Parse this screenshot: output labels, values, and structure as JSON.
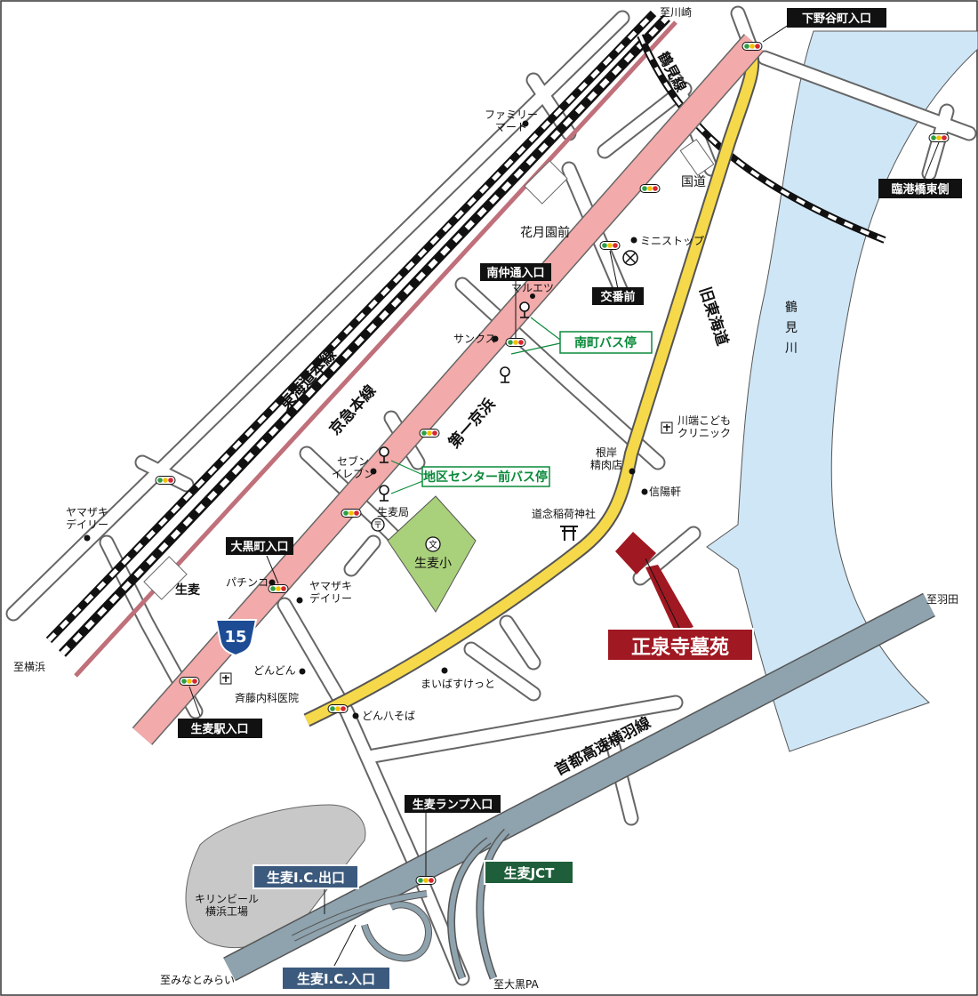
{
  "colors": {
    "national_road": "#f2aaaa",
    "old_tokaido": "#f5d94a",
    "river": "#cfe6f6",
    "school": "#a9d07a",
    "factory": "#c8c8c8",
    "expressway": "#8fa3ae",
    "cemetery": "#a01822",
    "bus_stop_label": "#0a8a3a",
    "ic_label": "#3c5a7d",
    "jct_label": "#1f5e3a"
  },
  "labels": {
    "to_kawasaki": "至川崎",
    "shimonoyacho": "下野谷町入口",
    "tsurumi_line": "鶴見線",
    "family_mart": "ファミリー\nマート",
    "kokudo": "国道",
    "rinko_bashi": "臨港橋東側",
    "kagetsuen": "花月園前",
    "ministop": "ミニストップ",
    "minaminaka": "南仲通入口",
    "maruetsu": "マルエツ",
    "koban": "交番前",
    "kyu_tokaido": "旧東海道",
    "tsurumi_river": "鶴見川",
    "minamimachi_bus": "南町バス停",
    "sunkus": "サンクス",
    "tokaido_line": "東海道本線",
    "keikyu_line": "京急本線",
    "daiichi_keihin": "第一京浜",
    "kawabata_clinic": "川端こども\nクリニック",
    "negishi": "根岸\n精肉店",
    "shinyoken": "信陽軒",
    "seven": "セブン\nイレブン",
    "chiku_center_bus": "地区センター前バス停",
    "namamugi_post": "生麦局",
    "donen_shrine": "道念稲荷神社",
    "yamazaki1": "ヤマザキ\nデイリー",
    "namamugi_school": "生麦小",
    "school_symbol": "文",
    "ohguro": "大黒町入口",
    "pachinko": "パチンコ",
    "yamazaki2": "ヤマザキ\nデイリー",
    "namamugi_sta": "生麦",
    "cemetery": "正泉寺墓苑",
    "to_haneda": "至羽田",
    "to_yokohama": "至横浜",
    "route_no": "15",
    "dondon": "どんどん",
    "saito": "斉藤内科医院",
    "maiba": "まいばすけっと",
    "namamugi_eki_iriguchi": "生麦駅入口",
    "donpachi": "どん八そば",
    "shuto": "首都高速横羽線",
    "namamugi_ramp": "生麦ランプ入口",
    "ic_exit": "生麦I.C.出口",
    "jct": "生麦JCT",
    "kirin": "キリンビール\n横浜工場",
    "ic_entrance": "生麦I.C.入口",
    "to_minatomirai": "至みなとみらい",
    "to_daikoku": "至大黒PA"
  }
}
